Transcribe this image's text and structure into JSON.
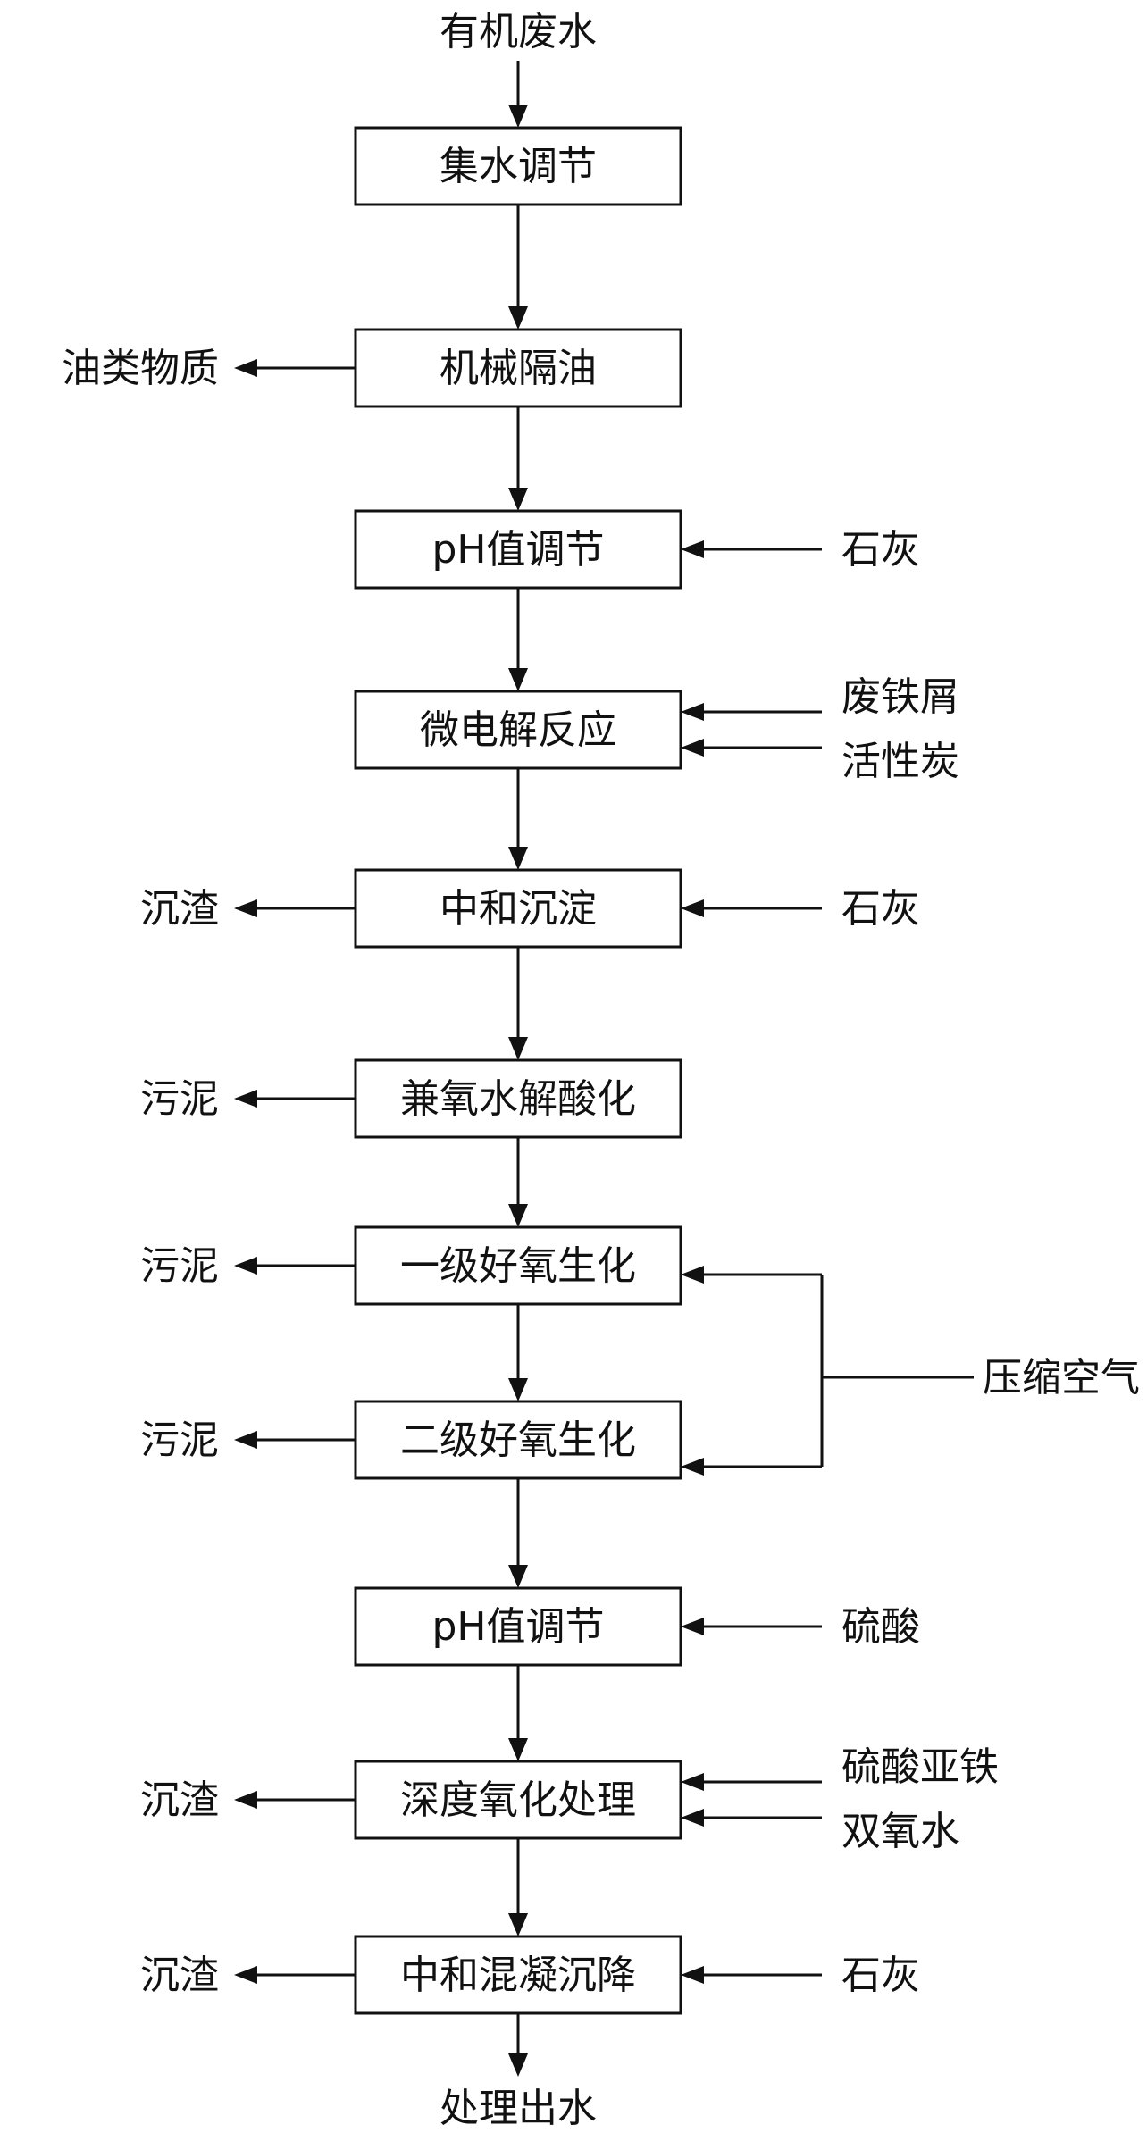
{
  "diagram": {
    "input": "有机废水",
    "output": "处理出水",
    "steps": [
      {
        "label": "集水调节"
      },
      {
        "label": "机械隔油",
        "left": "油类物质"
      },
      {
        "label": "pH值调节",
        "right": [
          "石灰"
        ]
      },
      {
        "label": "微电解反应",
        "right": [
          "废铁屑",
          "活性炭"
        ]
      },
      {
        "label": "中和沉淀",
        "left": "沉渣",
        "right": [
          "石灰"
        ]
      },
      {
        "label": "兼氧水解酸化",
        "left": "污泥"
      },
      {
        "label": "一级好氧生化",
        "left": "污泥"
      },
      {
        "label": "二级好氧生化",
        "left": "污泥"
      },
      {
        "label": "pH值调节",
        "right": [
          "硫酸"
        ]
      },
      {
        "label": "深度氧化处理",
        "left": "沉渣",
        "right": [
          "硫酸亚铁",
          "双氧水"
        ]
      },
      {
        "label": "中和混凝沉降",
        "left": "沉渣",
        "right": [
          "石灰"
        ]
      }
    ],
    "air_input": "压缩空气"
  }
}
